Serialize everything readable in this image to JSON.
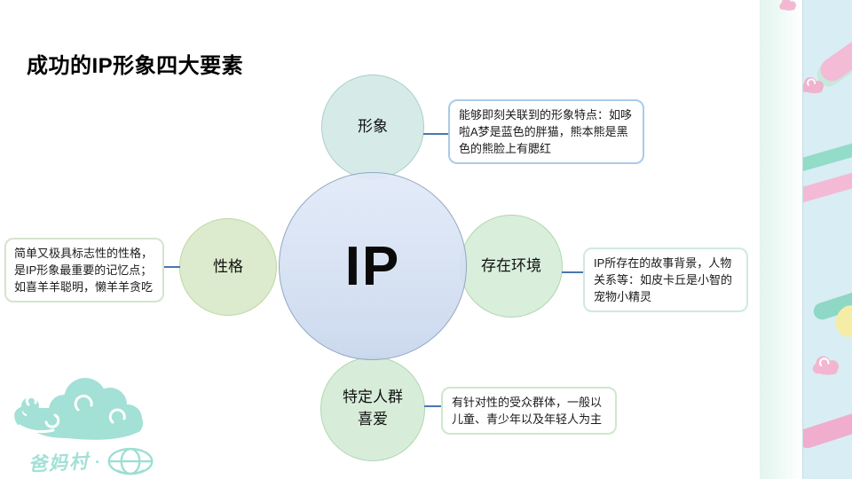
{
  "slide": {
    "title": "成功的IP形象四大要素",
    "center_label": "IP",
    "nodes": [
      {
        "label": "形象",
        "desc": "能够即刻关联到的形象特点：如哆啦A梦是蓝色的胖猫，熊本熊是黑色的熊脸上有腮红"
      },
      {
        "label": "存在环境",
        "desc": "IP所存在的故事背景，人物关系等：如皮卡丘是小智的宠物小精灵"
      },
      {
        "label": "特定人群\n喜爱",
        "desc": "有针对性的受众群体，一般以儿童、青少年以及年轻人为主"
      },
      {
        "label": "性格",
        "desc": "简单又极具标志性的性格，是IP形象最重要的记忆点；如喜羊羊聪明，懒羊羊贪吃"
      }
    ],
    "footer": {
      "logo_text": "爸妈村",
      "separator": "·"
    },
    "colors": {
      "circle_top": "#d6ebe8",
      "circle_right": "#d9eedb",
      "circle_bottom": "#d8edd9",
      "circle_left": "#dceacd",
      "circle_center": "#d3dff1",
      "connector": "#4a77ae",
      "box_border_top": "#a9cbe9",
      "box_border_right": "#cfe9e3",
      "box_border_bottom": "#cde9ca",
      "box_border_left": "#d6e3cf",
      "strip_bg": "#d9edf4",
      "strip_pink": "#f3bbd5",
      "strip_teal": "#8ed8c5",
      "strip_yellow": "#f5eda6",
      "logo_mint": "#a3e0d6"
    }
  }
}
